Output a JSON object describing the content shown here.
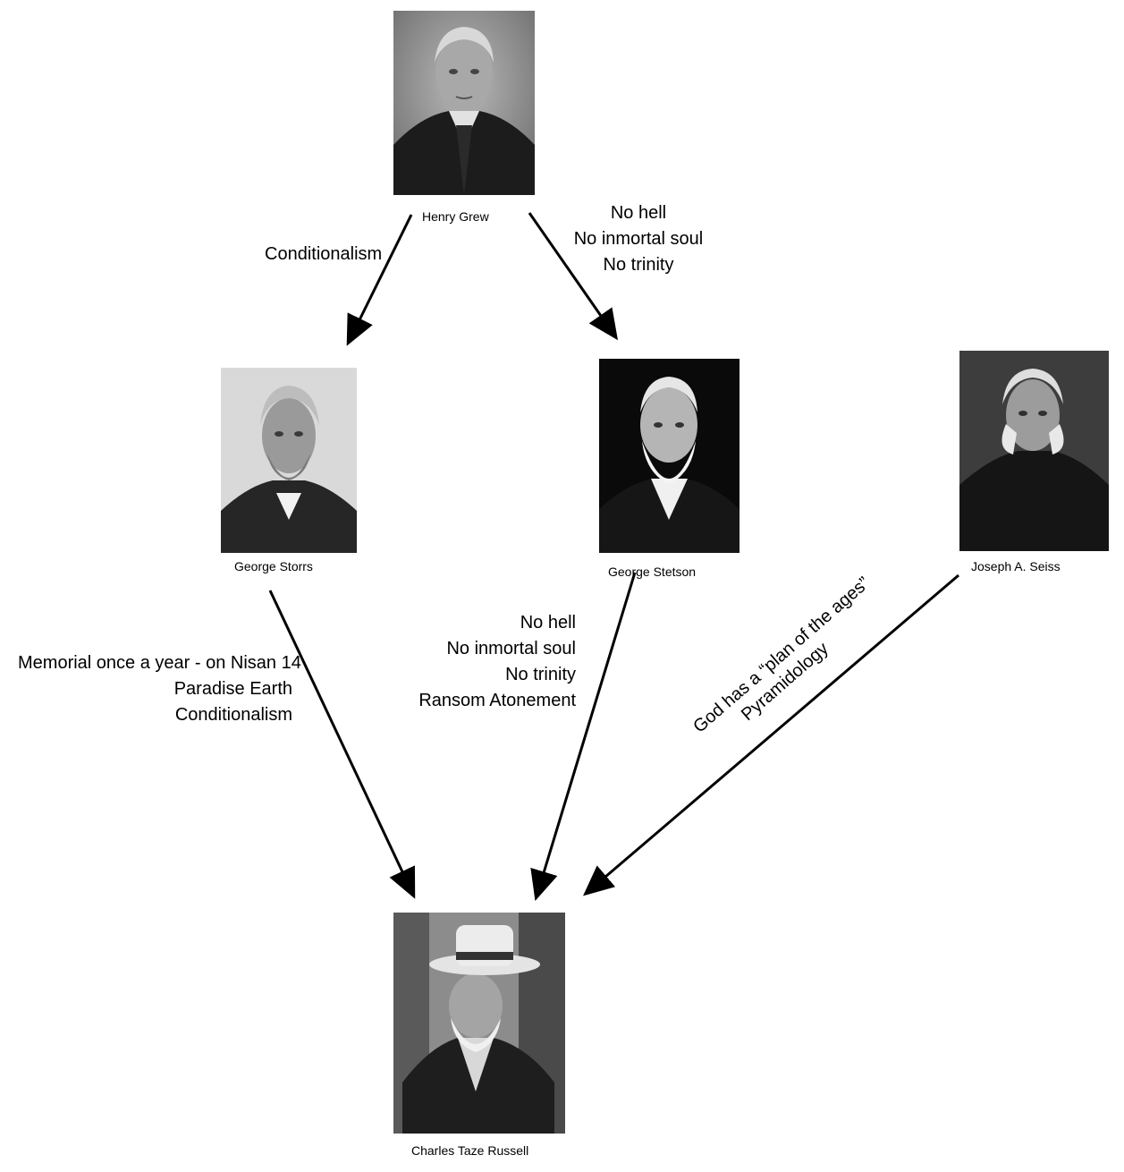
{
  "people": {
    "henry_grew": "Henry Grew",
    "george_storrs": "George Storrs",
    "george_stetson": "George Stetson",
    "joseph_seiss": "Joseph A. Seiss",
    "charles_russell": "Charles Taze Russell"
  },
  "edges": {
    "grew_to_storrs": [
      "Conditionalism"
    ],
    "grew_to_stetson": [
      "No hell",
      "No inmortal soul",
      "No trinity"
    ],
    "storrs_to_russell": [
      "Memorial once a year - on Nisan 14",
      "Paradise Earth",
      "Conditionalism"
    ],
    "stetson_to_russell": [
      "No hell",
      "No inmortal soul",
      "No trinity",
      "Ransom Atonement"
    ],
    "seiss_to_russell": [
      "God has a “plan of the ages”",
      "Pyramidology"
    ]
  },
  "colors": {
    "line": "#000000",
    "background": "#ffffff"
  }
}
